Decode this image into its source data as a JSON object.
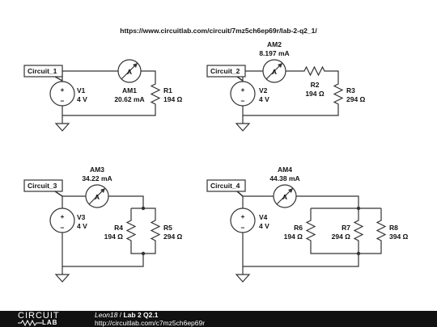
{
  "url": "https://www.circuitlab.com/circuit/7mz5ch6ep69r/lab-2-q2_1/",
  "circuits": [
    {
      "tag": "Circuit_1",
      "source": {
        "name": "V1",
        "value": "4 V"
      },
      "ammeter": {
        "name": "AM1",
        "reading": "20.62 mA"
      },
      "resistors": [
        {
          "name": "R1",
          "value": "194 Ω"
        }
      ]
    },
    {
      "tag": "Circuit_2",
      "source": {
        "name": "V2",
        "value": "4 V"
      },
      "ammeter": {
        "name": "AM2",
        "reading": "8.197 mA"
      },
      "resistors": [
        {
          "name": "R2",
          "value": "194 Ω"
        },
        {
          "name": "R3",
          "value": "294 Ω"
        }
      ]
    },
    {
      "tag": "Circuit_3",
      "source": {
        "name": "V3",
        "value": "4 V"
      },
      "ammeter": {
        "name": "AM3",
        "reading": "34.22 mA"
      },
      "resistors": [
        {
          "name": "R4",
          "value": "194 Ω"
        },
        {
          "name": "R5",
          "value": "294 Ω"
        }
      ]
    },
    {
      "tag": "Circuit_4",
      "source": {
        "name": "V4",
        "value": "4 V"
      },
      "ammeter": {
        "name": "AM4",
        "reading": "44.38 mA"
      },
      "resistors": [
        {
          "name": "R6",
          "value": "194 Ω"
        },
        {
          "name": "R7",
          "value": "294 Ω"
        },
        {
          "name": "R8",
          "value": "394 Ω"
        }
      ]
    }
  ],
  "ammeter_symbol": "A",
  "plus_sign": "+",
  "minus_sign": "−",
  "footer": {
    "logo_top": "CIRCUIT",
    "logo_bottom": "LAB",
    "author": "Leon18",
    "separator": " / ",
    "title": "Lab 2 Q2.1",
    "link": "http://circuitlab.com/c7mz5ch6ep69r"
  }
}
